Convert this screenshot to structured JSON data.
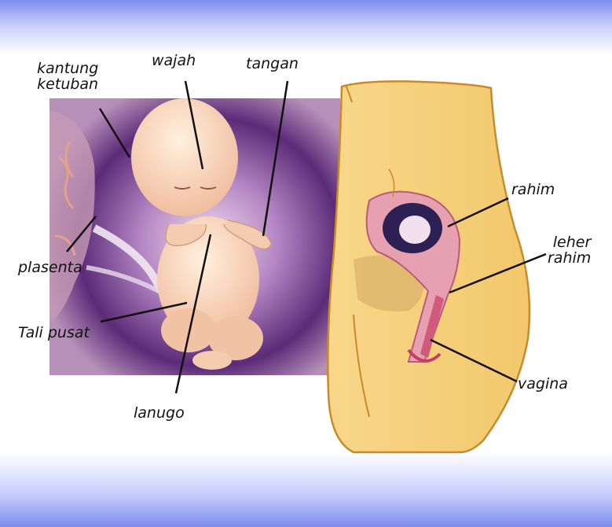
{
  "labels": {
    "kantung": [
      "kantung",
      "ketuban"
    ],
    "wajah": "wajah",
    "tangan": "tangan",
    "plasenta": "plasenta",
    "tali_pusat": "Tali pusat",
    "lanugo": "lanugo",
    "rahim": "rahim",
    "leher_rahim": [
      "leher",
      "rahim"
    ],
    "vagina": "vagina"
  },
  "colors": {
    "band": "#7f8df0",
    "womb_purple": "#6b3a86",
    "skin": "#f6d9b3",
    "body_fill": "#f5cf7a",
    "body_outline": "#c98a2a",
    "uterus": "#e6a0b0"
  }
}
